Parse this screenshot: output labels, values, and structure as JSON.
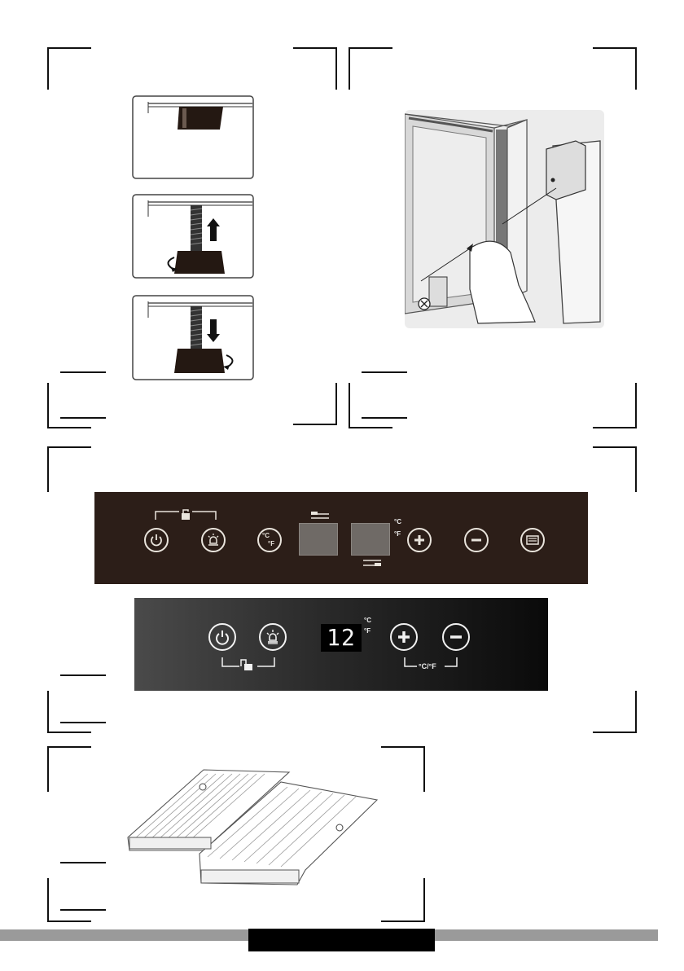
{
  "panel_touch": {
    "celsius_unit": "°C",
    "fahrenheit_unit": "°F",
    "celsius_in_icon": "°C",
    "fahrenheit_in_icon": "°F"
  },
  "panel_digital": {
    "display_value": "12",
    "celsius_unit": "°C",
    "fahrenheit_unit": "°F",
    "unit_toggle_label": "°C/°F"
  },
  "icons": [
    "power-icon",
    "light-icon",
    "lock-icon",
    "temperature-unit-icon",
    "plus-icon",
    "minus-icon",
    "zone-switch-icon",
    "screw-icon",
    "door-gasket-icon",
    "adjustable-foot-icon",
    "arrow-up-icon",
    "arrow-down-icon",
    "rotate-icon"
  ],
  "colors": {
    "panel_touch_bg": "#2c1e18",
    "panel_digital_bg": "#1a1a1a",
    "footer_gray": "#9a9a9a",
    "footer_black": "#000000"
  }
}
